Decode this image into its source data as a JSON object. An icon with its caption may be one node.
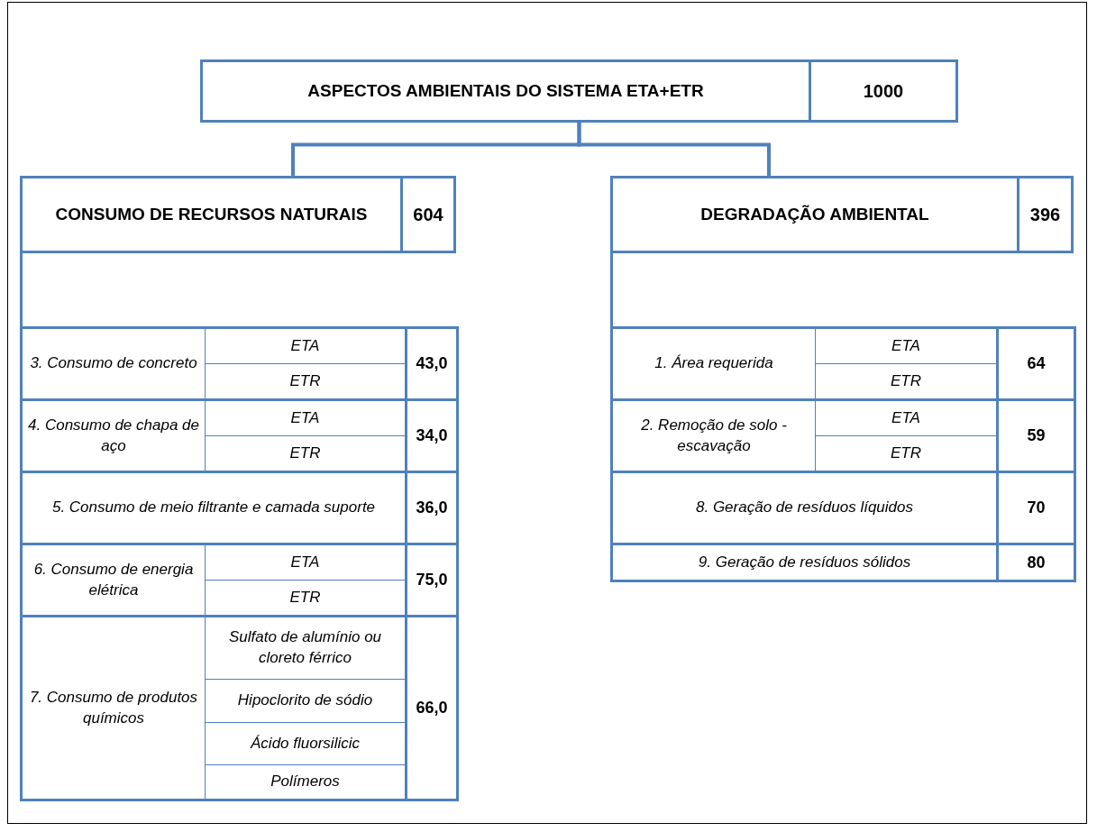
{
  "diagram": {
    "nodes": [
      {
        "text": [
          "ASPECTOS AMBIENTAIS DO SISTEMA ETA+ETR",
          "1000"
        ]
      },
      {
        "text": [
          "CONSUMO DE RECURSOS NATURAIS",
          "604"
        ]
      },
      {
        "text": [
          "DEGRADAÇÃO AMBIENTAL",
          "396"
        ]
      }
    ],
    "edges": [
      {
        "from": 0,
        "to": 1,
        "arrow": "none"
      },
      {
        "from": 0,
        "to": 2,
        "arrow": "none"
      }
    ],
    "labels": [
      "3. Consumo de concreto",
      "ETA",
      "43,0",
      "ETR",
      "4. Consumo de chapa de aço",
      "ETA",
      "34,0",
      "ETR",
      "5. Consumo de meio filtrante e camada suporte",
      "36,0",
      "6. Consumo de energia elétrica",
      "ETA",
      "75,0",
      "ETR",
      "7. Consumo de produtos químicos",
      "Sulfato de alumínio ou cloreto férrico",
      "66,0",
      "Hipoclorito de sódio",
      "Ácido fluorsilicic",
      "Polímeros",
      "1. Área requerida",
      "ETA",
      "64",
      "ETR",
      "2. Remoção de solo - escavação",
      "ETA",
      "59",
      "ETR",
      "8. Geração de resíduos líquidos",
      "70",
      "9. Geração de resíduos sólidos",
      "80"
    ]
  }
}
